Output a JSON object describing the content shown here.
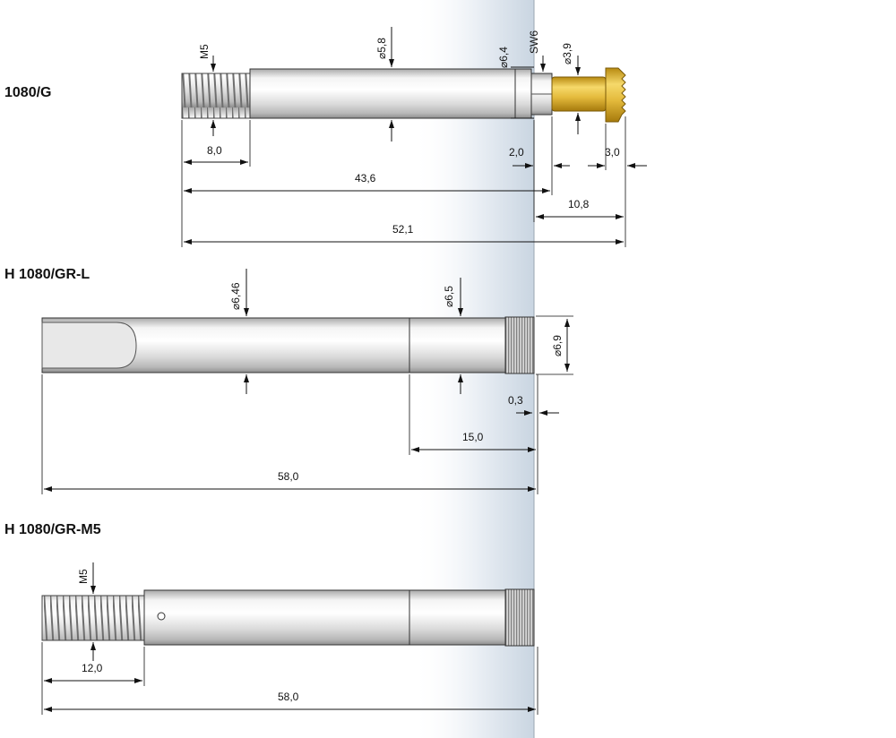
{
  "parts": [
    {
      "title": "1080/G",
      "labels": {
        "thread": "M5",
        "dia_body": "⌀5,8",
        "dia_collar": "⌀6,4",
        "wrench": "SW6",
        "dia_tip": "⌀3,9",
        "thread_len": "8,0",
        "collar_len": "2,0",
        "serr_len": "3,0",
        "body_len": "43,6",
        "tip_len": "10,8",
        "total_len": "52,1"
      }
    },
    {
      "title": "H 1080/GR-L",
      "labels": {
        "dia_shaft": "⌀6,46",
        "dia_section": "⌀6,5",
        "dia_knurl": "⌀6,9",
        "offset": "0,3",
        "section_len": "15,0",
        "total_len": "58,0"
      }
    },
    {
      "title": "H 1080/GR-M5",
      "labels": {
        "thread": "M5",
        "thread_len": "12,0",
        "total_len": "58,0"
      }
    }
  ],
  "colors": {
    "metal_light": "#fbfbfb",
    "metal_dark": "#8d8d8d",
    "brass": "#e1b840",
    "background_band": "#dfe6ee"
  }
}
